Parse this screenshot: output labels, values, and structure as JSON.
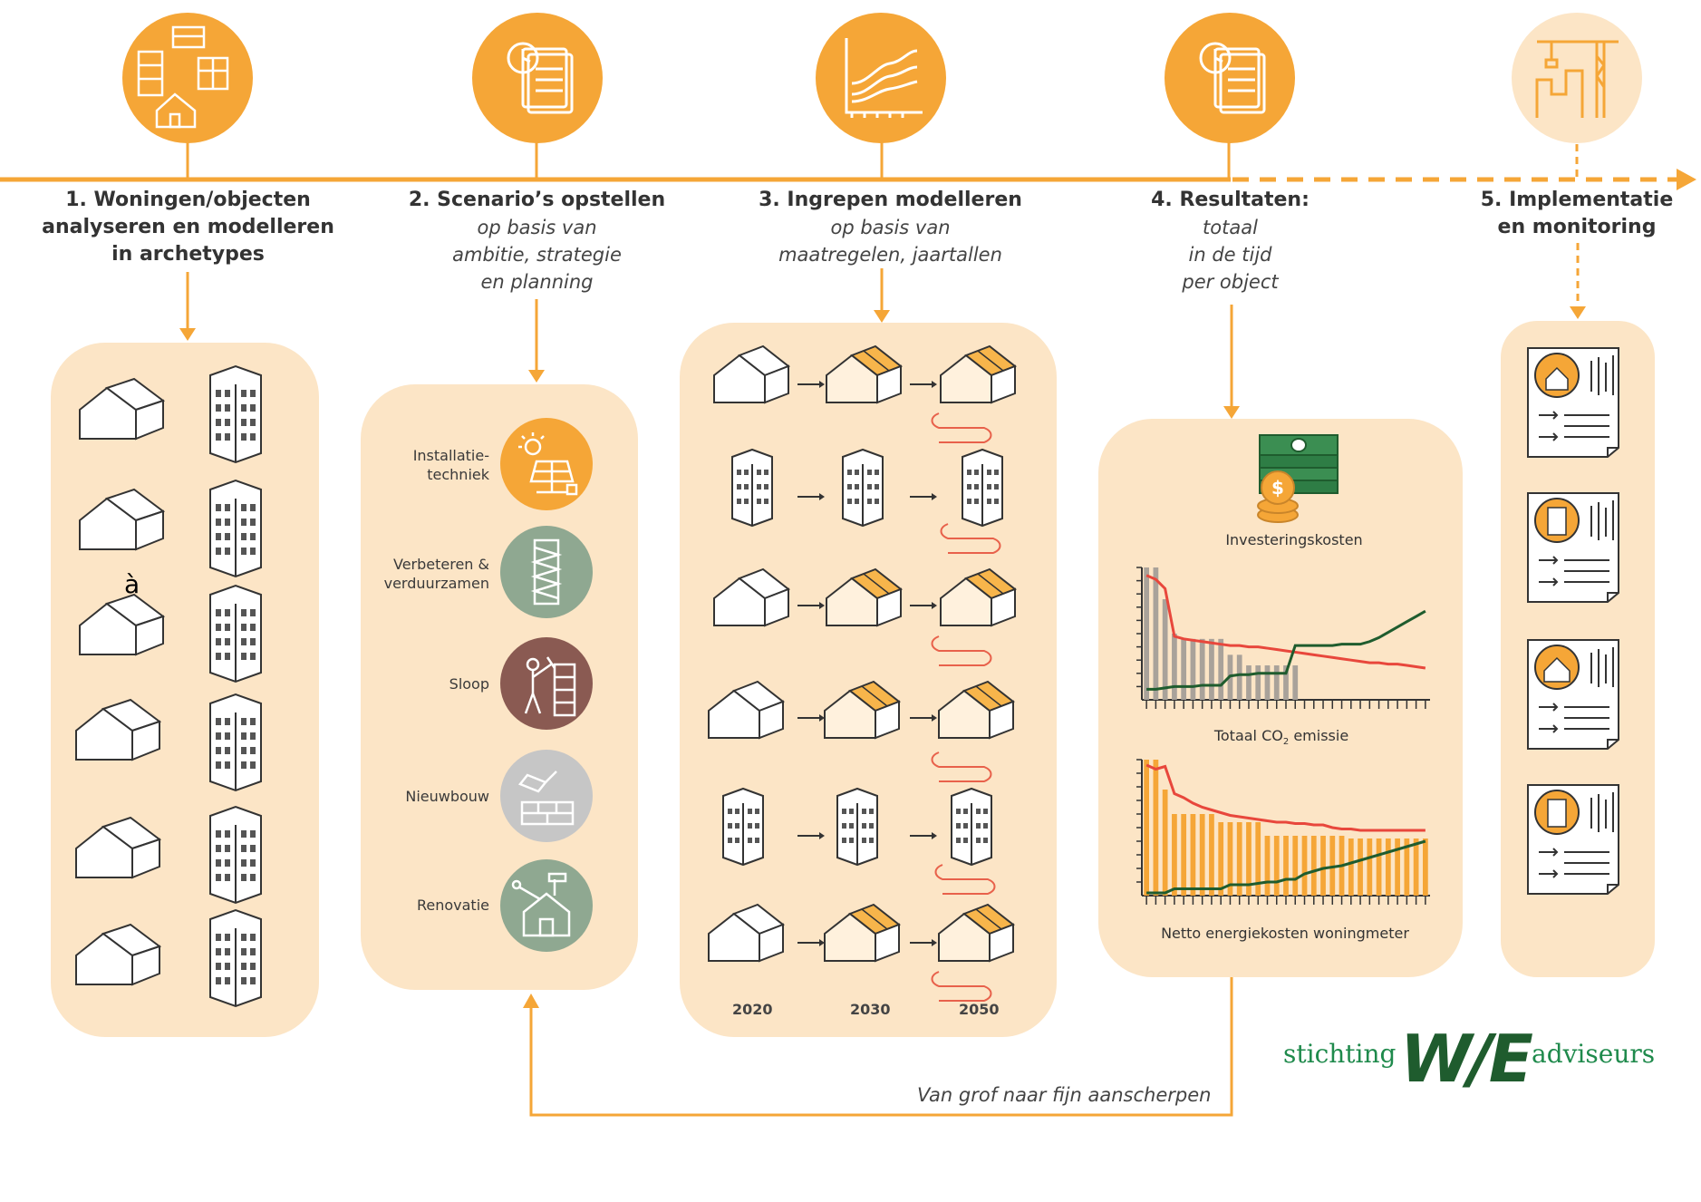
{
  "steps": [
    {
      "title": "1. Woningen/objecten analyseren en modelleren in archetypes",
      "line1": "1. Woningen/objecten",
      "line2": "analyseren en modelleren",
      "line3": "in archetypes"
    },
    {
      "title": "2. Scenario’s opstellen",
      "subtitle_lines": [
        "op basis van",
        "ambitie, strategie",
        "en planning"
      ]
    },
    {
      "title": "3. Ingrepen modelleren",
      "subtitle_lines": [
        "op basis van",
        "maatregelen, jaartallen"
      ]
    },
    {
      "title": "4. Resultaten:",
      "subtitle_lines": [
        "totaal",
        "in de tijd",
        "per object"
      ]
    },
    {
      "title": "5. Implementatie",
      "title2": "en monitoring"
    }
  ],
  "stray_char": "à",
  "categories": [
    {
      "label1": "Installatie-",
      "label2": "techniek",
      "color": "#F5A637",
      "icon": "solar-panel-icon"
    },
    {
      "label1": "Verbeteren &",
      "label2": "verduurzamen",
      "color": "#8FA891",
      "icon": "insulation-icon"
    },
    {
      "label1": "Sloop",
      "label2": "",
      "color": "#8A5A52",
      "icon": "demolition-icon"
    },
    {
      "label1": "Nieuwbouw",
      "label2": "",
      "color": "#C6C6C6",
      "icon": "trowel-bricks-icon"
    },
    {
      "label1": "Renovatie",
      "label2": "",
      "color": "#8FA891",
      "icon": "renovation-house-icon"
    }
  ],
  "years": [
    "2020",
    "2030",
    "2050"
  ],
  "results": {
    "invest_label": "Investeringskosten",
    "chart1_label_pre": "Totaal CO",
    "chart1_label_sub": "2",
    "chart1_label_post": " emissie",
    "chart2_label": "Netto energiekosten woningmeter"
  },
  "feedback_text": "Van grof naar fijn aanscherpen",
  "logo": {
    "left": "stichting",
    "mark": "W/E",
    "right": "adviseurs"
  },
  "colors": {
    "orange": "#F5A637",
    "panel": "#FCE5C6",
    "green_dark": "#1F5C2E",
    "red_line": "#E8473C",
    "grey_bar": "#A9A29A"
  },
  "chart_data": [
    {
      "type": "bar",
      "title": "Totaal CO2 emissie",
      "categories": [
        "1",
        "2",
        "3",
        "4",
        "5",
        "6",
        "7",
        "8",
        "9",
        "10",
        "11",
        "12",
        "13",
        "14",
        "15",
        "16",
        "17",
        "18",
        "19",
        "20",
        "21",
        "22",
        "23",
        "24",
        "25",
        "26",
        "27",
        "28",
        "29",
        "30",
        "31"
      ],
      "series": [
        {
          "values": [
            100,
            100,
            76,
            50,
            46,
            46,
            46,
            46,
            46,
            34,
            34,
            26,
            26,
            26,
            26,
            26,
            26,
            0,
            0,
            0,
            0,
            0,
            0,
            0,
            0,
            0,
            0,
            0,
            0,
            0,
            0
          ]
        },
        {
          "values": [
            94,
            91,
            84,
            48,
            46,
            45,
            44,
            43,
            42,
            41,
            41,
            40,
            40,
            39,
            38,
            37,
            36,
            35,
            34,
            33,
            32,
            31,
            30,
            29,
            28,
            28,
            27,
            27,
            26,
            25,
            24
          ]
        },
        {
          "values": [
            8,
            8,
            9,
            10,
            10,
            10,
            11,
            11,
            11,
            18,
            19,
            19,
            20,
            20,
            20,
            20,
            41,
            41,
            41,
            41,
            41,
            42,
            42,
            42,
            44,
            47,
            51,
            55,
            59,
            63,
            67
          ]
        }
      ]
    },
    {
      "type": "bar",
      "title": "Netto energiekosten woningmeter",
      "categories": [
        "1",
        "2",
        "3",
        "4",
        "5",
        "6",
        "7",
        "8",
        "9",
        "10",
        "11",
        "12",
        "13",
        "14",
        "15",
        "16",
        "17",
        "18",
        "19",
        "20",
        "21",
        "22",
        "23",
        "24",
        "25",
        "26",
        "27",
        "28",
        "29",
        "30",
        "31"
      ],
      "series": [
        {
          "values": [
            100,
            100,
            78,
            60,
            60,
            60,
            60,
            60,
            54,
            54,
            54,
            54,
            54,
            44,
            44,
            44,
            44,
            44,
            44,
            44,
            44,
            44,
            42,
            42,
            42,
            42,
            42,
            42,
            42,
            42,
            42
          ]
        },
        {
          "values": [
            96,
            93,
            95,
            75,
            72,
            68,
            65,
            63,
            61,
            59,
            58,
            57,
            56,
            55,
            54,
            54,
            53,
            53,
            52,
            52,
            50,
            49,
            49,
            48,
            48,
            48,
            48,
            48,
            48,
            48,
            48
          ]
        },
        {
          "values": [
            2,
            2,
            2,
            5,
            5,
            5,
            5,
            5,
            5,
            8,
            8,
            8,
            9,
            10,
            10,
            12,
            12,
            16,
            18,
            20,
            21,
            22,
            24,
            26,
            28,
            30,
            32,
            34,
            36,
            38,
            40
          ]
        }
      ]
    }
  ]
}
